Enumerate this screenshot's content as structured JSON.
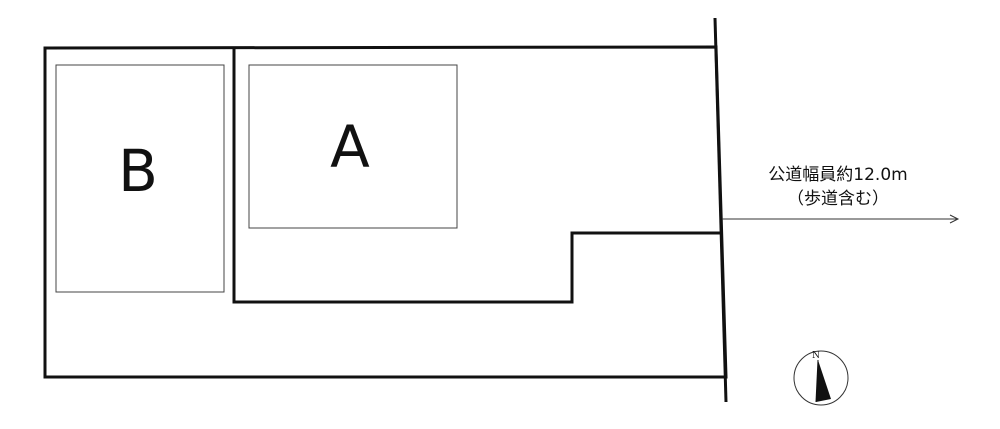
{
  "site_plan": {
    "lot_b_label": "B",
    "lot_a_label": "A",
    "road_label_line1": "公道幅員約12.0m",
    "road_label_line2": "（歩道含む）",
    "north_label": "N"
  },
  "colors": {
    "line": "#111111",
    "background": "#ffffff"
  }
}
